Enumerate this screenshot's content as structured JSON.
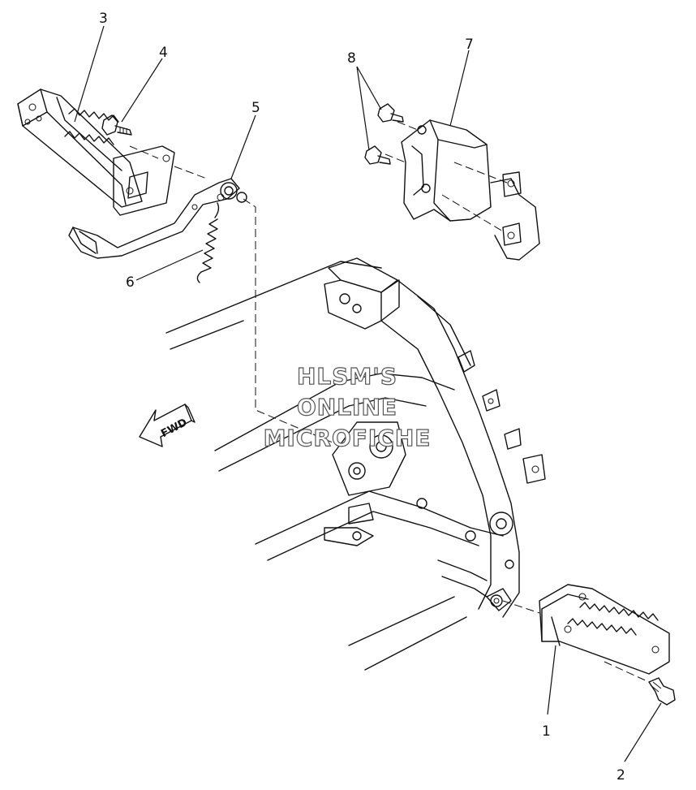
{
  "callouts": [
    {
      "id": "1",
      "part": "footrest-right"
    },
    {
      "id": "2",
      "part": "footrest-bolt"
    },
    {
      "id": "3",
      "part": "footrest-left"
    },
    {
      "id": "4",
      "part": "footrest-bolt-left"
    },
    {
      "id": "5",
      "part": "brake-pedal"
    },
    {
      "id": "6",
      "part": "return-spring"
    },
    {
      "id": "7",
      "part": "heel-guard"
    },
    {
      "id": "8",
      "part": "guard-bolts"
    }
  ],
  "direction_arrow": {
    "label": "FWD"
  },
  "watermark": {
    "lines": [
      "HLSM'S",
      "ONLINE",
      "MICROFICHE"
    ]
  }
}
